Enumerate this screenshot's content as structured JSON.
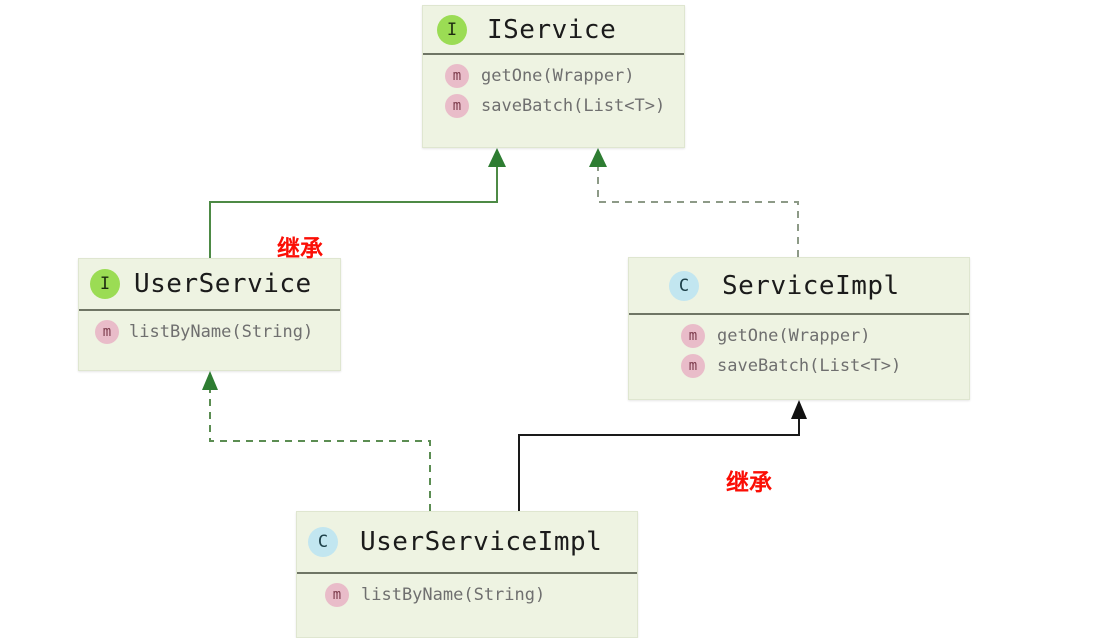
{
  "diagram": {
    "title": "UML class relationship diagram",
    "colors": {
      "box_background": "#eef3e2",
      "box_border": "#dfe6d0",
      "divider": "#6f7565",
      "interface_badge": "#9bdc54",
      "class_badge": "#c2e6f0",
      "method_badge": "#e9bcc9",
      "type_text": "#1b1b1b",
      "member_text": "#6f6f6f",
      "label_red": "#fb0e05",
      "edge_green": "#2e7d32",
      "edge_gray": "#7c8a76",
      "edge_black": "#1a1a1a"
    },
    "nodes": [
      {
        "id": "iservice",
        "stereotype": "I",
        "stereotype_kind": "interface",
        "name": "IService",
        "members": [
          {
            "badge": "m",
            "name": "getOne(Wrapper)"
          },
          {
            "badge": "m",
            "name": "saveBatch(List<T>)"
          }
        ]
      },
      {
        "id": "userservice",
        "stereotype": "I",
        "stereotype_kind": "interface",
        "name": "UserService",
        "members": [
          {
            "badge": "m",
            "name": "listByName(String)"
          }
        ]
      },
      {
        "id": "serviceimpl",
        "stereotype": "C",
        "stereotype_kind": "class",
        "name": "ServiceImpl",
        "members": [
          {
            "badge": "m",
            "name": "getOne(Wrapper)"
          },
          {
            "badge": "m",
            "name": "saveBatch(List<T>)"
          }
        ]
      },
      {
        "id": "userserviceimpl",
        "stereotype": "C",
        "stereotype_kind": "class",
        "name": "UserServiceImpl",
        "members": [
          {
            "badge": "m",
            "name": "listByName(String)"
          }
        ]
      }
    ],
    "edges": [
      {
        "id": "userservice-to-iservice",
        "from": "UserService",
        "to": "IService",
        "style": "solid",
        "color": "#2e7d32",
        "arrow": "green-triangle",
        "label": "继承"
      },
      {
        "id": "serviceimpl-to-iservice",
        "from": "ServiceImpl",
        "to": "IService",
        "style": "dashed",
        "color": "#7c8a76",
        "arrow": "green-triangle",
        "label": ""
      },
      {
        "id": "userserviceimpl-to-userservice",
        "from": "UserServiceImpl",
        "to": "UserService",
        "style": "dashed",
        "color": "#4d7a41",
        "arrow": "green-triangle",
        "label": ""
      },
      {
        "id": "userserviceimpl-to-serviceimpl",
        "from": "UserServiceImpl",
        "to": "ServiceImpl",
        "style": "solid",
        "color": "#1a1a1a",
        "arrow": "black-triangle",
        "label": "继承"
      }
    ],
    "labels": {
      "inherit_left": "继承",
      "inherit_right": "继承"
    }
  }
}
